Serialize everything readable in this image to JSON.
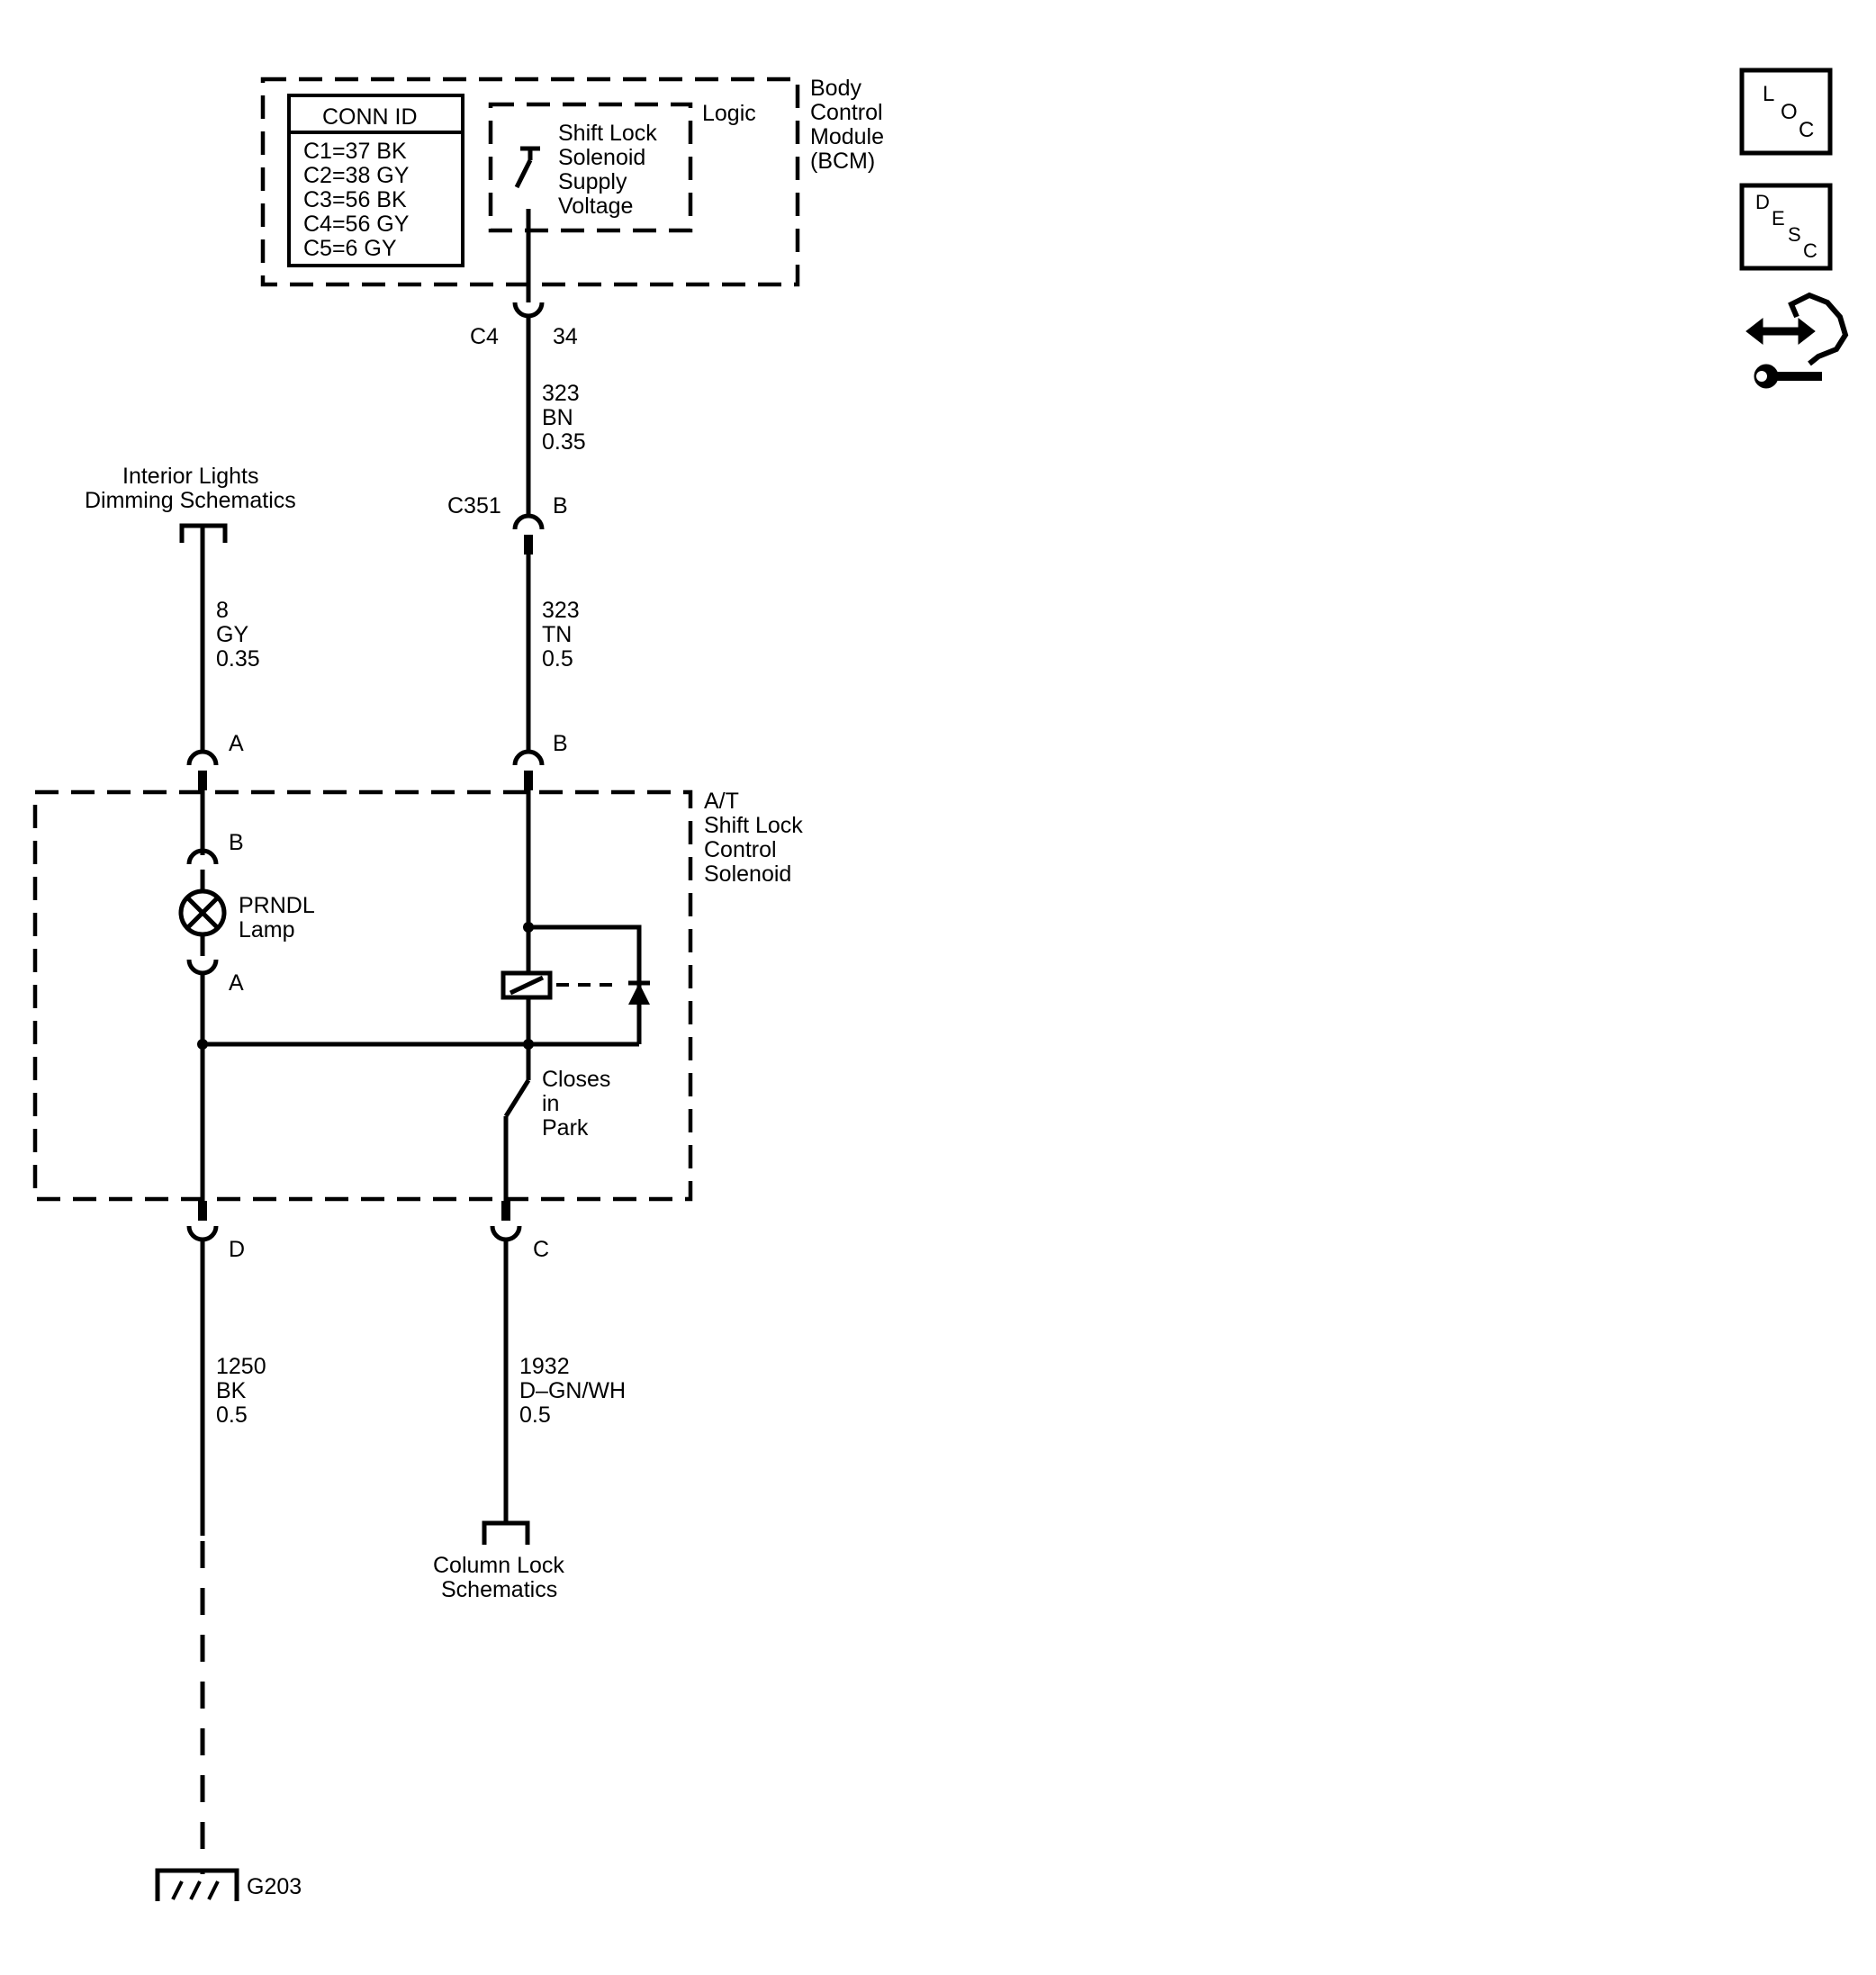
{
  "bcm": {
    "title": [
      "Body",
      "Control",
      "Module",
      "(BCM)"
    ],
    "conn_id_header": "CONN ID",
    "conn_ids": [
      "C1=37 BK",
      "C2=38 GY",
      "C3=56 BK",
      "C4=56 GY",
      "C5=6 GY"
    ],
    "logic_label": "Logic",
    "supply_label": [
      "Shift Lock",
      "Solenoid",
      "Supply",
      "Voltage"
    ]
  },
  "connectors": {
    "bcm_conn": "C4",
    "bcm_pin": "34",
    "c351_name": "C351",
    "c351_pin": "B",
    "sol_pin_a": "A",
    "sol_pin_b": "B",
    "lamp_pin_top": "B",
    "lamp_pin_bottom": "A",
    "sol_pin_d": "D",
    "sol_pin_c": "C"
  },
  "wires": {
    "w323_bn": [
      "323",
      "BN",
      "0.35"
    ],
    "w323_tn": [
      "323",
      "TN",
      "0.5"
    ],
    "w8_gy": [
      "8",
      "GY",
      "0.35"
    ],
    "w1250_bk": [
      "1250",
      "BK",
      "0.5"
    ],
    "w1932": [
      "1932",
      "D–GN/WH",
      "0.5"
    ]
  },
  "references": {
    "interior_lights": [
      "Interior Lights",
      "Dimming Schematics"
    ],
    "column_lock": [
      "Column Lock",
      "Schematics"
    ]
  },
  "solenoid": {
    "title": [
      "A/T",
      "Shift Lock",
      "Control",
      "Solenoid"
    ],
    "lamp_label": [
      "PRNDL",
      "Lamp"
    ],
    "switch_label": [
      "Closes",
      "in",
      "Park"
    ]
  },
  "ground": {
    "name": "G203"
  },
  "side_icons": {
    "loc": [
      "L",
      "O",
      "C"
    ],
    "desc": [
      "D",
      "E",
      "S",
      "C"
    ],
    "diag_icon": "arrows-wrench-icon"
  }
}
